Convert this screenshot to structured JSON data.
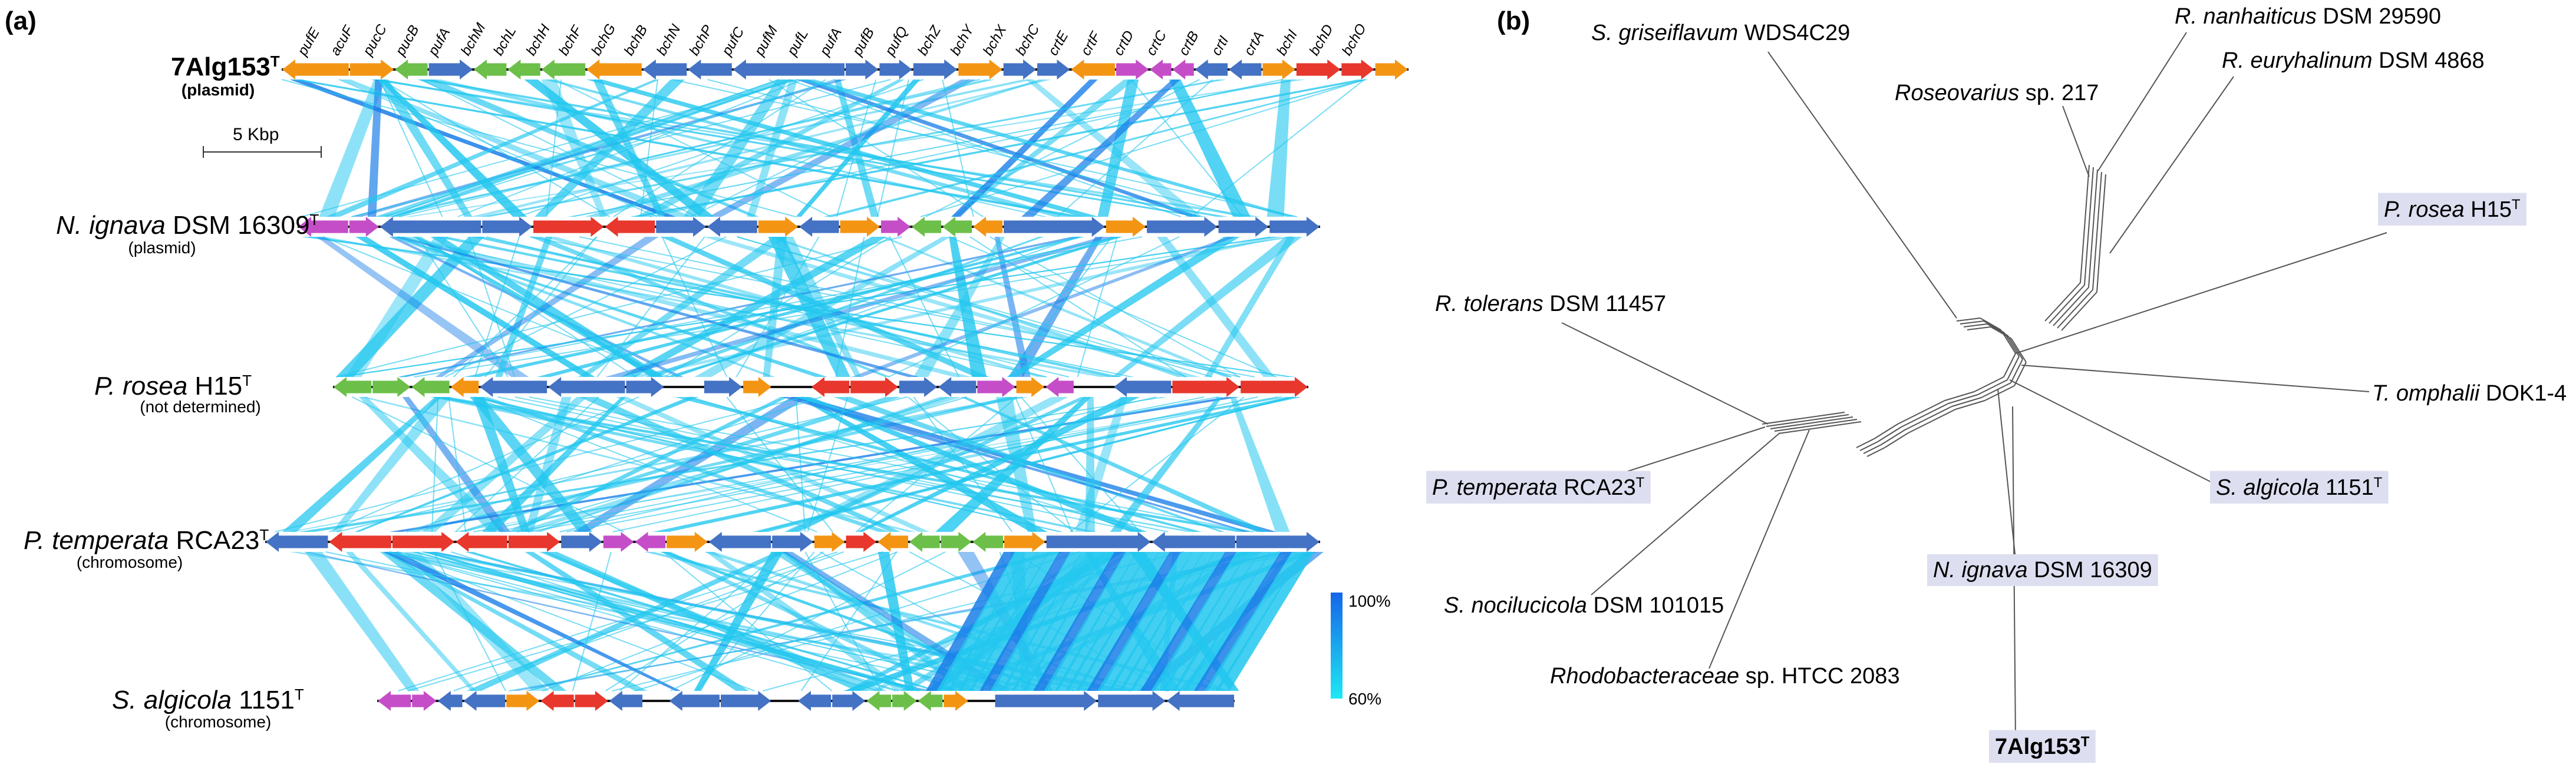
{
  "panels": {
    "a": {
      "label": "(a)"
    },
    "b": {
      "label": "(b)"
    }
  },
  "colors": {
    "blue": "#4472c4",
    "orange": "#f39513",
    "red": "#e8372d",
    "green": "#6cc04a",
    "purple": "#c54ec8",
    "link": "#22c7ef",
    "link_dark": "#1a7ee8",
    "highlight": "#dddff0"
  },
  "genomes": [
    {
      "id": "7alg153",
      "name_italic": "",
      "name_rest": "7Alg153",
      "sup": "T",
      "bold": true,
      "sub": "(plasmid)",
      "genes": [
        {
          "start": 0.0,
          "end": 0.06,
          "c": "orange",
          "d": -1
        },
        {
          "start": 0.06,
          "end": 0.1,
          "c": "orange",
          "d": 1
        },
        {
          "start": 0.1,
          "end": 0.13,
          "c": "green",
          "d": -1
        },
        {
          "start": 0.13,
          "end": 0.17,
          "c": "blue",
          "d": 1
        },
        {
          "start": 0.17,
          "end": 0.2,
          "c": "green",
          "d": -1
        },
        {
          "start": 0.2,
          "end": 0.23,
          "c": "green",
          "d": -1
        },
        {
          "start": 0.23,
          "end": 0.27,
          "c": "green",
          "d": -1
        },
        {
          "start": 0.27,
          "end": 0.32,
          "c": "orange",
          "d": -1
        },
        {
          "start": 0.32,
          "end": 0.36,
          "c": "blue",
          "d": -1
        },
        {
          "start": 0.36,
          "end": 0.4,
          "c": "blue",
          "d": -1
        },
        {
          "start": 0.4,
          "end": 0.5,
          "c": "blue",
          "d": -1
        },
        {
          "start": 0.5,
          "end": 0.53,
          "c": "blue",
          "d": 1
        },
        {
          "start": 0.53,
          "end": 0.56,
          "c": "blue",
          "d": 1
        },
        {
          "start": 0.56,
          "end": 0.6,
          "c": "blue",
          "d": 1
        },
        {
          "start": 0.6,
          "end": 0.64,
          "c": "orange",
          "d": 1
        },
        {
          "start": 0.64,
          "end": 0.67,
          "c": "blue",
          "d": 1
        },
        {
          "start": 0.67,
          "end": 0.7,
          "c": "blue",
          "d": 1
        },
        {
          "start": 0.7,
          "end": 0.74,
          "c": "orange",
          "d": -1
        },
        {
          "start": 0.74,
          "end": 0.77,
          "c": "purple",
          "d": 1
        },
        {
          "start": 0.77,
          "end": 0.79,
          "c": "purple",
          "d": -1
        },
        {
          "start": 0.79,
          "end": 0.81,
          "c": "purple",
          "d": -1
        },
        {
          "start": 0.81,
          "end": 0.84,
          "c": "blue",
          "d": -1
        },
        {
          "start": 0.84,
          "end": 0.87,
          "c": "blue",
          "d": -1
        },
        {
          "start": 0.87,
          "end": 0.9,
          "c": "orange",
          "d": 1
        },
        {
          "start": 0.9,
          "end": 0.94,
          "c": "red",
          "d": 1
        },
        {
          "start": 0.94,
          "end": 0.97,
          "c": "red",
          "d": 1
        },
        {
          "start": 0.97,
          "end": 1.0,
          "c": "orange",
          "d": 1
        }
      ],
      "gene_names": [
        "pufE",
        "acuF",
        "pucC",
        "pucB",
        "pufA",
        "bchM",
        "bchL",
        "bchH",
        "bchF",
        "bchG",
        "bchB",
        "bchN",
        "bchP",
        "pufC",
        "pufM",
        "pufL",
        "pufA",
        "pufB",
        "pufQ",
        "bchZ",
        "bchY",
        "bchX",
        "bchC",
        "crtE",
        "crtF",
        "crtD",
        "crtC",
        "crtB",
        "crtI",
        "crtA",
        "bchI",
        "bchD",
        "bchO"
      ]
    },
    {
      "id": "nignava",
      "name_italic": "N. ignava",
      "name_rest": " DSM 16309",
      "sup": "T",
      "bold": false,
      "sub": "(plasmid)",
      "genes": [
        {
          "start": 0.0,
          "end": 0.05,
          "c": "purple",
          "d": -1
        },
        {
          "start": 0.05,
          "end": 0.08,
          "c": "purple",
          "d": 1
        },
        {
          "start": 0.08,
          "end": 0.18,
          "c": "blue",
          "d": -1
        },
        {
          "start": 0.18,
          "end": 0.23,
          "c": "blue",
          "d": 1
        },
        {
          "start": 0.23,
          "end": 0.3,
          "c": "red",
          "d": 1
        },
        {
          "start": 0.3,
          "end": 0.35,
          "c": "red",
          "d": -1
        },
        {
          "start": 0.35,
          "end": 0.4,
          "c": "blue",
          "d": 1
        },
        {
          "start": 0.4,
          "end": 0.45,
          "c": "blue",
          "d": -1
        },
        {
          "start": 0.45,
          "end": 0.49,
          "c": "orange",
          "d": 1
        },
        {
          "start": 0.49,
          "end": 0.53,
          "c": "blue",
          "d": -1
        },
        {
          "start": 0.53,
          "end": 0.57,
          "c": "orange",
          "d": 1
        },
        {
          "start": 0.57,
          "end": 0.6,
          "c": "purple",
          "d": 1
        },
        {
          "start": 0.6,
          "end": 0.63,
          "c": "green",
          "d": -1
        },
        {
          "start": 0.63,
          "end": 0.66,
          "c": "green",
          "d": -1
        },
        {
          "start": 0.66,
          "end": 0.69,
          "c": "orange",
          "d": -1
        },
        {
          "start": 0.69,
          "end": 0.79,
          "c": "blue",
          "d": 1
        },
        {
          "start": 0.79,
          "end": 0.83,
          "c": "orange",
          "d": 1
        },
        {
          "start": 0.83,
          "end": 0.9,
          "c": "blue",
          "d": 1
        },
        {
          "start": 0.9,
          "end": 0.95,
          "c": "blue",
          "d": 1
        },
        {
          "start": 0.95,
          "end": 1.0,
          "c": "blue",
          "d": 1
        }
      ]
    },
    {
      "id": "prosea",
      "name_italic": "P. rosea",
      "name_rest": " H15",
      "sup": "T",
      "bold": false,
      "sub": "(not determined)",
      "genes": [
        {
          "start": 0.0,
          "end": 0.04,
          "c": "green",
          "d": -1
        },
        {
          "start": 0.04,
          "end": 0.08,
          "c": "green",
          "d": 1
        },
        {
          "start": 0.08,
          "end": 0.12,
          "c": "green",
          "d": -1
        },
        {
          "start": 0.12,
          "end": 0.15,
          "c": "orange",
          "d": -1
        },
        {
          "start": 0.15,
          "end": 0.22,
          "c": "blue",
          "d": -1
        },
        {
          "start": 0.22,
          "end": 0.3,
          "c": "blue",
          "d": -1
        },
        {
          "start": 0.3,
          "end": 0.34,
          "c": "blue",
          "d": 1
        },
        {
          "start": 0.38,
          "end": 0.42,
          "c": "blue",
          "d": 1
        },
        {
          "start": 0.42,
          "end": 0.45,
          "c": "orange",
          "d": 1
        },
        {
          "start": 0.49,
          "end": 0.53,
          "c": "red",
          "d": -1
        },
        {
          "start": 0.53,
          "end": 0.58,
          "c": "red",
          "d": 1
        },
        {
          "start": 0.58,
          "end": 0.62,
          "c": "blue",
          "d": 1
        },
        {
          "start": 0.62,
          "end": 0.66,
          "c": "blue",
          "d": -1
        },
        {
          "start": 0.66,
          "end": 0.7,
          "c": "purple",
          "d": 1
        },
        {
          "start": 0.7,
          "end": 0.73,
          "c": "orange",
          "d": 1
        },
        {
          "start": 0.73,
          "end": 0.76,
          "c": "purple",
          "d": -1
        },
        {
          "start": 0.8,
          "end": 0.86,
          "c": "blue",
          "d": -1
        },
        {
          "start": 0.86,
          "end": 0.93,
          "c": "red",
          "d": 1
        },
        {
          "start": 0.93,
          "end": 1.0,
          "c": "red",
          "d": 1
        }
      ]
    },
    {
      "id": "ptemperata",
      "name_italic": "P. temperata",
      "name_rest": " RCA23",
      "sup": "T",
      "bold": false,
      "sub": "(chromosome)",
      "genes": [
        {
          "start": 0.0,
          "end": 0.06,
          "c": "blue",
          "d": -1
        },
        {
          "start": 0.06,
          "end": 0.12,
          "c": "red",
          "d": -1
        },
        {
          "start": 0.12,
          "end": 0.18,
          "c": "red",
          "d": 1
        },
        {
          "start": 0.18,
          "end": 0.23,
          "c": "red",
          "d": -1
        },
        {
          "start": 0.23,
          "end": 0.28,
          "c": "red",
          "d": 1
        },
        {
          "start": 0.28,
          "end": 0.32,
          "c": "blue",
          "d": 1
        },
        {
          "start": 0.32,
          "end": 0.35,
          "c": "purple",
          "d": 1
        },
        {
          "start": 0.35,
          "end": 0.38,
          "c": "purple",
          "d": -1
        },
        {
          "start": 0.38,
          "end": 0.42,
          "c": "orange",
          "d": 1
        },
        {
          "start": 0.42,
          "end": 0.48,
          "c": "blue",
          "d": -1
        },
        {
          "start": 0.48,
          "end": 0.52,
          "c": "blue",
          "d": 1
        },
        {
          "start": 0.52,
          "end": 0.55,
          "c": "orange",
          "d": 1
        },
        {
          "start": 0.55,
          "end": 0.58,
          "c": "red",
          "d": 1
        },
        {
          "start": 0.58,
          "end": 0.61,
          "c": "orange",
          "d": -1
        },
        {
          "start": 0.61,
          "end": 0.64,
          "c": "green",
          "d": -1
        },
        {
          "start": 0.64,
          "end": 0.67,
          "c": "green",
          "d": 1
        },
        {
          "start": 0.67,
          "end": 0.7,
          "c": "green",
          "d": -1
        },
        {
          "start": 0.7,
          "end": 0.74,
          "c": "orange",
          "d": 1
        },
        {
          "start": 0.74,
          "end": 0.84,
          "c": "blue",
          "d": 1
        },
        {
          "start": 0.84,
          "end": 0.92,
          "c": "blue",
          "d": -1
        },
        {
          "start": 0.92,
          "end": 1.0,
          "c": "blue",
          "d": 1
        }
      ]
    },
    {
      "id": "salgicola",
      "name_italic": "S. algicola",
      "name_rest": " 1151",
      "sup": "T",
      "bold": false,
      "sub": "(chromosome)",
      "genes": [
        {
          "start": 0.0,
          "end": 0.04,
          "c": "purple",
          "d": -1
        },
        {
          "start": 0.04,
          "end": 0.07,
          "c": "purple",
          "d": 1
        },
        {
          "start": 0.07,
          "end": 0.1,
          "c": "blue",
          "d": -1
        },
        {
          "start": 0.1,
          "end": 0.15,
          "c": "blue",
          "d": -1
        },
        {
          "start": 0.15,
          "end": 0.19,
          "c": "orange",
          "d": 1
        },
        {
          "start": 0.19,
          "end": 0.23,
          "c": "red",
          "d": -1
        },
        {
          "start": 0.23,
          "end": 0.27,
          "c": "red",
          "d": 1
        },
        {
          "start": 0.27,
          "end": 0.31,
          "c": "blue",
          "d": -1
        },
        {
          "start": 0.34,
          "end": 0.4,
          "c": "blue",
          "d": -1
        },
        {
          "start": 0.4,
          "end": 0.46,
          "c": "blue",
          "d": 1
        },
        {
          "start": 0.49,
          "end": 0.53,
          "c": "blue",
          "d": -1
        },
        {
          "start": 0.53,
          "end": 0.57,
          "c": "blue",
          "d": 1
        },
        {
          "start": 0.57,
          "end": 0.6,
          "c": "green",
          "d": -1
        },
        {
          "start": 0.6,
          "end": 0.63,
          "c": "green",
          "d": 1
        },
        {
          "start": 0.63,
          "end": 0.66,
          "c": "green",
          "d": -1
        },
        {
          "start": 0.66,
          "end": 0.69,
          "c": "orange",
          "d": 1
        },
        {
          "start": 0.72,
          "end": 0.84,
          "c": "blue",
          "d": 1
        },
        {
          "start": 0.84,
          "end": 0.92,
          "c": "blue",
          "d": 1
        },
        {
          "start": 0.92,
          "end": 1.0,
          "c": "blue",
          "d": -1
        }
      ]
    }
  ],
  "scale_bar": {
    "label": "5 Kbp"
  },
  "identity_legend": {
    "max_label": "100%",
    "min_label": "60%"
  },
  "network_taxa": [
    {
      "id": "sgriseiflavum",
      "italic": "S. griseiflavum",
      "rest": " WDS4C29",
      "sup": "",
      "bold": false,
      "highlight": false
    },
    {
      "id": "roseovarius",
      "italic": "Roseovarius",
      "rest": " sp. 217",
      "sup": "",
      "bold": false,
      "highlight": false
    },
    {
      "id": "rnanhaiticus",
      "italic": "R. nanhaiticus",
      "rest": " DSM 29590",
      "sup": "",
      "bold": false,
      "highlight": false
    },
    {
      "id": "reuryhalinum",
      "italic": "R. euryhalinum",
      "rest": " DSM 4868",
      "sup": "",
      "bold": false,
      "highlight": false
    },
    {
      "id": "prosea",
      "italic": "P. rosea",
      "rest": " H15",
      "sup": "T",
      "bold": false,
      "highlight": true
    },
    {
      "id": "rtolerans",
      "italic": "R. tolerans",
      "rest": " DSM 11457",
      "sup": "",
      "bold": false,
      "highlight": false
    },
    {
      "id": "tomphalii",
      "italic": "T. omphalii",
      "rest": " DOK1-4",
      "sup": "",
      "bold": false,
      "highlight": false
    },
    {
      "id": "salgicola",
      "italic": "S. algicola",
      "rest": " 1151",
      "sup": "T",
      "bold": false,
      "highlight": true
    },
    {
      "id": "ptemperata",
      "italic": "P. temperata",
      "rest": " RCA23",
      "sup": "T",
      "bold": false,
      "highlight": true
    },
    {
      "id": "nignava",
      "italic": "N. ignava",
      "rest": " DSM 16309",
      "sup": "",
      "bold": false,
      "highlight": true
    },
    {
      "id": "snocilucicola",
      "italic": "S. nocilucicola",
      "rest": " DSM 101015",
      "sup": "",
      "bold": false,
      "highlight": false
    },
    {
      "id": "rhodobacteraceae",
      "italic": "Rhodobacteraceae",
      "rest": " sp. HTCC 2083",
      "sup": "",
      "bold": false,
      "highlight": false
    },
    {
      "id": "7alg153",
      "italic": "",
      "rest": "7Alg153",
      "sup": "T",
      "bold": true,
      "highlight": true
    }
  ]
}
